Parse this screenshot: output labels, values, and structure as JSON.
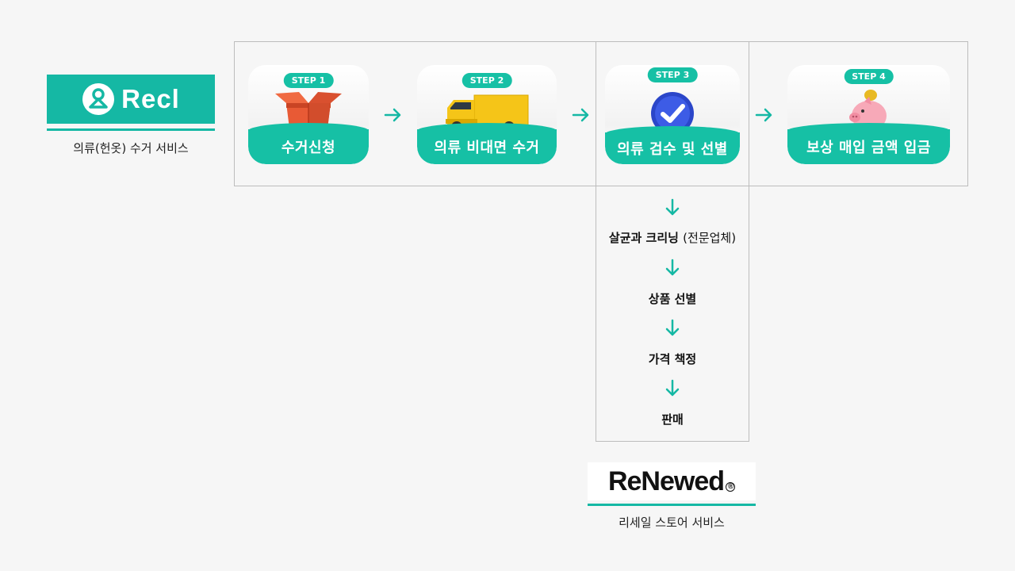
{
  "left_service": {
    "logo_text": "Recl",
    "caption": "의류(헌옷) 수거 서비스"
  },
  "steps": [
    {
      "badge": "STEP 1",
      "label": "수거신청",
      "illustration": "open-box-icon"
    },
    {
      "badge": "STEP 2",
      "label": "의류 비대면 수거",
      "illustration": "delivery-truck-icon"
    },
    {
      "badge": "STEP 3",
      "label": "의류 검수 및 선별",
      "illustration": "checkmark-badge-icon"
    },
    {
      "badge": "STEP 4",
      "label": "보상 매입 금액 입금",
      "illustration": "piggy-bank-icon"
    }
  ],
  "sub_process": {
    "item1_main": "살균과 크리닝",
    "item1_note": "(전문업체)",
    "item2": "상품 선별",
    "item3": "가격 책정",
    "item4": "판매"
  },
  "bottom_service": {
    "logo_text": "ReNewed",
    "caption": "리세일 스토어 서비스"
  },
  "colors": {
    "accent": "#15b8a4",
    "background": "#f6f6f6",
    "frame": "#bdbdbd"
  }
}
